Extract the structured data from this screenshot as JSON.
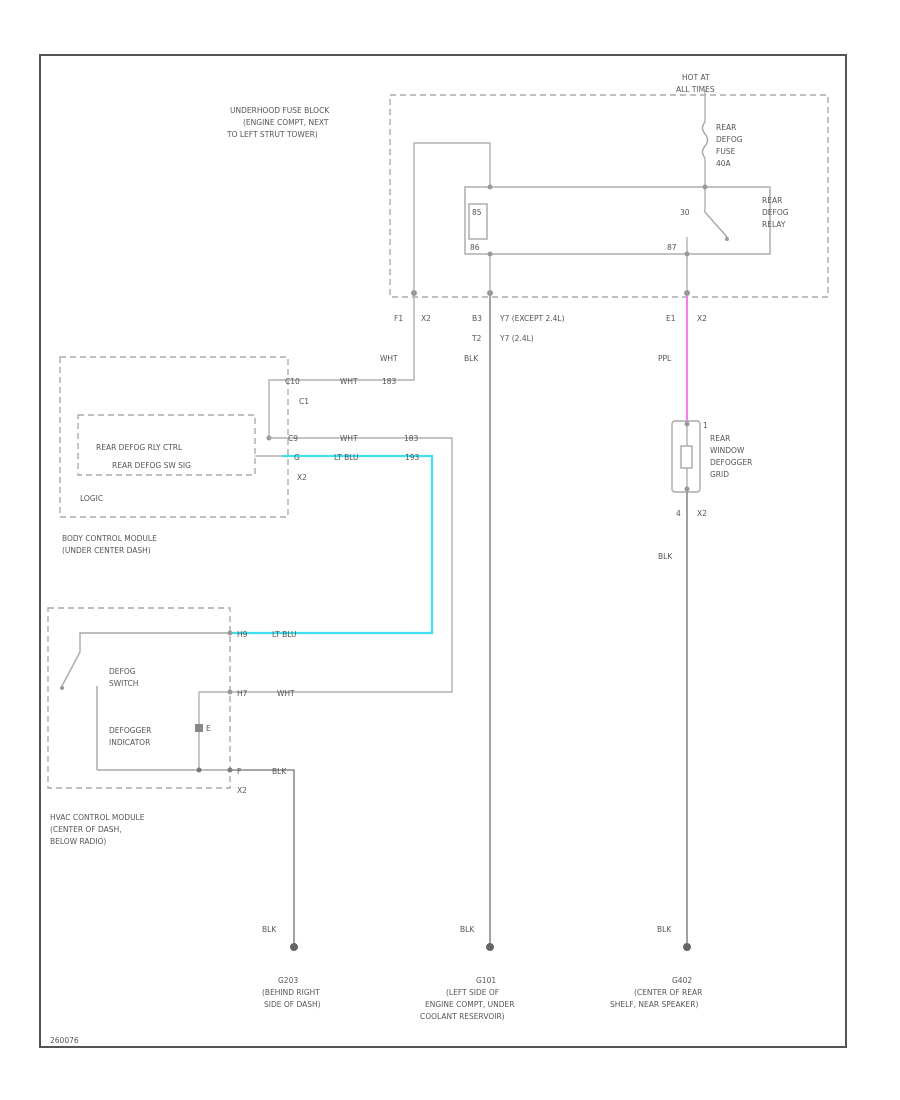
{
  "colors": {
    "ltblu_wire": "#40e0f0",
    "ppl_wire": "#f080f0",
    "wire": "#b0b0b0",
    "ground_wire": "#8a8a8a"
  },
  "labels": {
    "hot_at": "HOT AT",
    "all_times": "ALL TIMES",
    "fuse_block_1": "UNDERHOOD FUSE BLOCK",
    "fuse_block_2": "(ENGINE COMPT, NEXT",
    "fuse_block_3": "TO LEFT STRUT TOWER)",
    "fuse_1": "REAR",
    "fuse_2": "DEFOG",
    "fuse_3": "FUSE",
    "fuse_4": "40A",
    "relay_1": "REAR",
    "relay_2": "DEFOG",
    "relay_3": "RELAY",
    "relay_85": "85",
    "relay_86": "86",
    "relay_30": "30",
    "relay_87": "87",
    "pin_f1": "F1",
    "x2_a": "X2",
    "pin_b3": "B3",
    "except_24l": "Y7 (EXCEPT 2.4L)",
    "pin_t2": "T2",
    "y7_24l": "Y7 (2.4L)",
    "pin_e1": "E1",
    "x2_b": "X2",
    "wht_1": "WHT",
    "blk_1": "BLK",
    "ppl": "PPL",
    "c10": "C10",
    "wht_2": "WHT",
    "n3_1": "183",
    "c1": "C1",
    "c9": "C9",
    "wht_3": "WHT",
    "n3_2": "183",
    "pin_g": "G",
    "ltblu_1": "LT BLU",
    "n4_1": "193",
    "x2_c": "X2",
    "bcm_box_1": "REAR DEFOG RLY CTRL",
    "bcm_box_2": "REAR DEFOG SW SIG",
    "logic": "LOGIC",
    "bcm_1": "BODY CONTROL MODULE",
    "bcm_2": "(UNDER CENTER DASH)",
    "grid_pin1": "1",
    "grid_1": "REAR",
    "grid_2": "WINDOW",
    "grid_3": "DEFOGGER",
    "grid_4": "GRID",
    "grid_pin2": "4",
    "x2_d": "X2",
    "blk_2": "BLK",
    "h9": "H9",
    "ltblu_2": "LT BLU",
    "defog_sw_1": "DEFOG",
    "defog_sw_2": "SWITCH",
    "h7": "H7",
    "wht_4": "WHT",
    "def_ind_1": "DEFOGGER",
    "def_ind_2": "INDICATOR",
    "pin_e": "E",
    "pin_f": "F",
    "blk_3": "BLK",
    "x2_e": "X2",
    "hvac_1": "HVAC CONTROL MODULE",
    "hvac_2": "(CENTER OF DASH,",
    "hvac_3": "BELOW RADIO)",
    "blk_4": "BLK",
    "blk_5": "BLK",
    "blk_6": "BLK",
    "g203_1": "G203",
    "g203_2": "(BEHIND RIGHT",
    "g203_3": "SIDE OF DASH)",
    "g101_1": "G101",
    "g101_2": "(LEFT SIDE OF",
    "g101_3": "ENGINE COMPT, UNDER",
    "g101_4": "COOLANT RESERVOIR)",
    "g402_1": "G402",
    "g402_2": "(CENTER OF REAR",
    "g402_3": "SHELF, NEAR SPEAKER)",
    "code": "260076"
  }
}
